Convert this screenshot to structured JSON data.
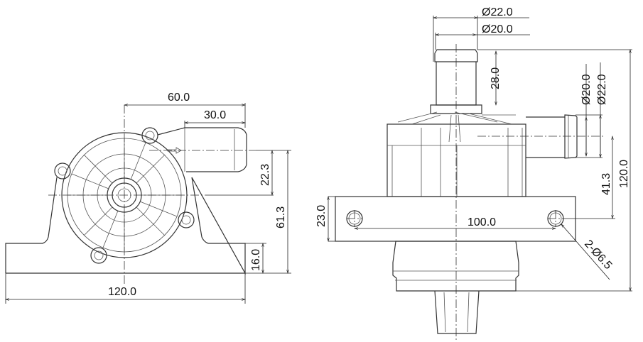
{
  "drawing": {
    "front_view": {
      "dims": {
        "outlet_offset": "60.0",
        "outlet_length": "30.0",
        "outlet_height": "22.3",
        "center_height": "61.3",
        "base_height": "16.0",
        "base_width": "120.0"
      }
    },
    "side_view": {
      "dims": {
        "inlet_outer_dia": "Ø22.0",
        "inlet_inner_dia": "Ø20.0",
        "inlet_length": "28.0",
        "outlet_inner_dia": "Ø20.0",
        "outlet_outer_dia": "Ø22.0",
        "outlet_height": "41.3",
        "total_height": "120.0",
        "flange_thickness": "23.0",
        "hole_spacing": "100.0",
        "hole_spec": "2-Ø6.5"
      }
    }
  }
}
